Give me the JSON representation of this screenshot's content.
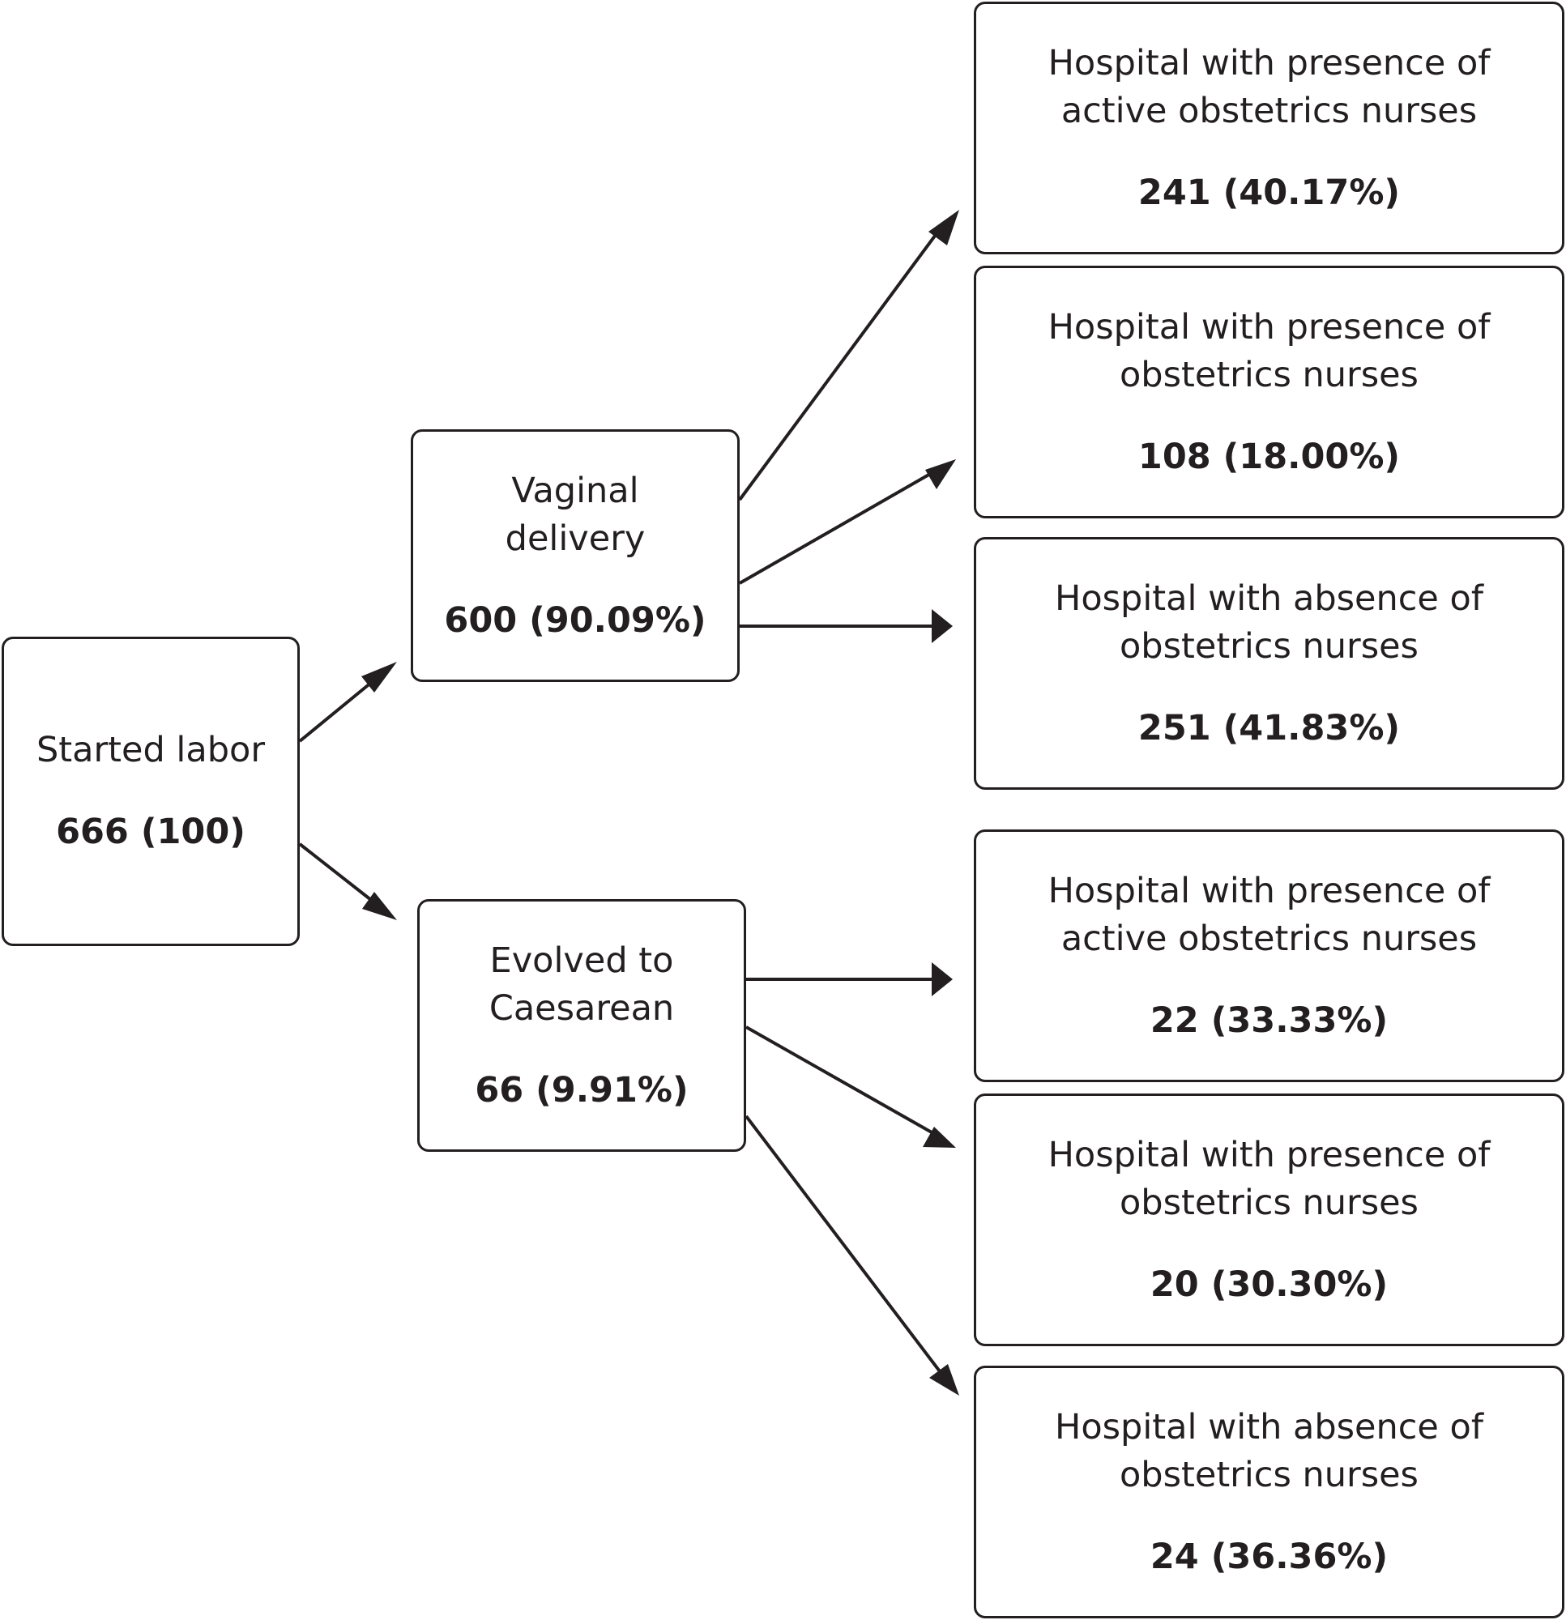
{
  "root": {
    "label": "Started labor",
    "count": "666 (100)"
  },
  "branches": {
    "vaginal": {
      "label_lines": [
        "Vaginal",
        "delivery"
      ],
      "count": "600 (90.09%)",
      "outcomes": [
        {
          "label_lines": [
            "Hospital with presence of",
            "active obstetrics nurses"
          ],
          "count": "241 (40.17%)"
        },
        {
          "label_lines": [
            "Hospital with presence of",
            "obstetrics nurses"
          ],
          "count": "108 (18.00%)"
        },
        {
          "label_lines": [
            "Hospital with absence of",
            "obstetrics nurses"
          ],
          "count": "251 (41.83%)"
        }
      ]
    },
    "caesarean": {
      "label_lines": [
        "Evolved to",
        "Caesarean"
      ],
      "count": "66 (9.91%)",
      "outcomes": [
        {
          "label_lines": [
            "Hospital with presence of",
            "active obstetrics nurses"
          ],
          "count": "22 (33.33%)"
        },
        {
          "label_lines": [
            "Hospital with presence of",
            "obstetrics nurses"
          ],
          "count": "20 (30.30%)"
        },
        {
          "label_lines": [
            "Hospital with absence of",
            "obstetrics nurses"
          ],
          "count": "24 (36.36%)"
        }
      ]
    }
  }
}
